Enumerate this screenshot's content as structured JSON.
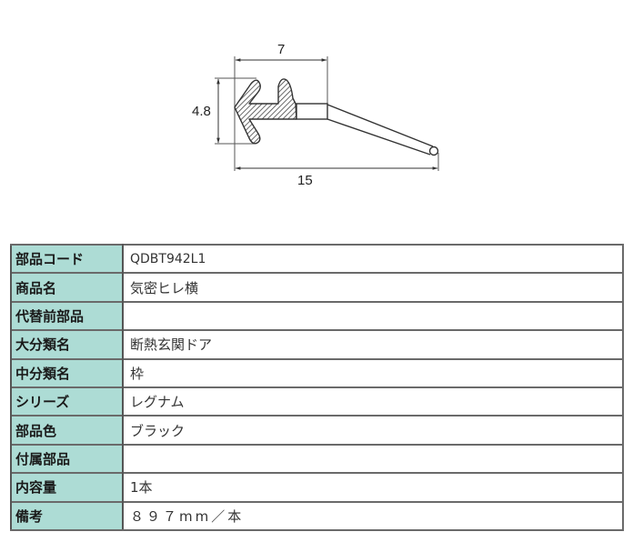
{
  "diagram": {
    "title": "Cross-section profile drawing",
    "dimensions": {
      "width_top": "7",
      "height_left": "4.8",
      "width_total": "15"
    },
    "stroke_color": "#333333",
    "hatch_color": "#444444"
  },
  "spec_table": {
    "header_bg": "#addcd5",
    "rows": [
      {
        "label": "部品コード",
        "value": "QDBT942L1"
      },
      {
        "label": "商品名",
        "value": "気密ヒレ横"
      },
      {
        "label": "代替前部品",
        "value": ""
      },
      {
        "label": "大分類名",
        "value": "断熱玄関ドア"
      },
      {
        "label": "中分類名",
        "value": "枠"
      },
      {
        "label": "シリーズ",
        "value": "レグナム"
      },
      {
        "label": "部品色",
        "value": "ブラック"
      },
      {
        "label": "付属部品",
        "value": ""
      },
      {
        "label": "内容量",
        "value": "1本"
      },
      {
        "label": "備考",
        "value": "８９７mm／本"
      }
    ]
  }
}
